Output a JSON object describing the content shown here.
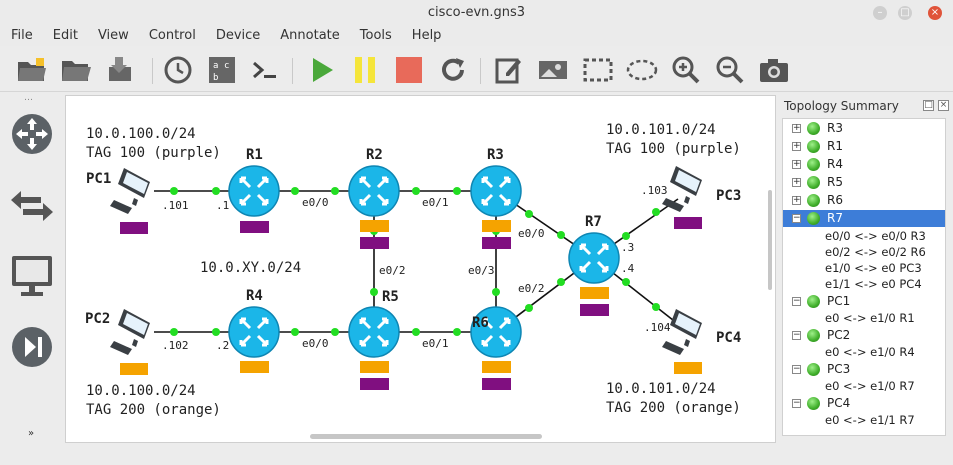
{
  "window": {
    "title": "cisco-evn.gns3"
  },
  "menu": [
    "File",
    "Edit",
    "View",
    "Control",
    "Device",
    "Annotate",
    "Tools",
    "Help"
  ],
  "toolbar": {
    "buttons": [
      "open-project-icon",
      "open-folder-icon",
      "import-icon",
      "history-icon",
      "snapshot-text-icon",
      "console-icon",
      "start-icon",
      "pause-icon",
      "stop-icon",
      "reload-icon",
      "edit-note-icon",
      "insert-image-icon",
      "draw-rectangle-icon",
      "draw-ellipse-icon",
      "zoom-in-icon",
      "zoom-out-icon",
      "screenshot-icon"
    ],
    "colors": {
      "start": "#4aa83a",
      "pause": "#f5e53a",
      "stop": "#e86a5a"
    }
  },
  "devices_dock": [
    "router-icon",
    "switch-icon",
    "end-device-icon",
    "security-device-icon"
  ],
  "canvas": {
    "notes": {
      "tl_subnet": "10.0.100.0/24",
      "tl_tag": "TAG 100 (purple)",
      "tr_subnet": "10.0.101.0/24",
      "tr_tag": "TAG 100 (purple)",
      "bl_subnet": "10.0.100.0/24",
      "bl_tag": "TAG 200 (orange)",
      "br_subnet": "10.0.101.0/24",
      "br_tag": "TAG 200 (orange)",
      "middle": "10.0.XY.0/24"
    },
    "nodes": {
      "R1": "R1",
      "R2": "R2",
      "R3": "R3",
      "R4": "R4",
      "R5": "R5",
      "R6": "R6",
      "R7": "R7",
      "PC1": "PC1",
      "PC2": "PC2",
      "PC3": "PC3",
      "PC4": "PC4"
    },
    "link_labels": {
      "pc1_ip": ".101",
      "r1_ip": ".1",
      "pc2_ip": ".102",
      "r4_ip": ".2",
      "pc3_ip": ".103",
      "pc4_ip": ".104",
      "r7_top": ".3",
      "r7_bot": ".4",
      "r1r2": "e0/0",
      "r2r3": "e0/1",
      "r4r5": "e0/0",
      "r5r6": "e0/1",
      "r2r5": "e0/2",
      "r3r6": "e0/3",
      "r3r7": "e0/0",
      "r6r7": "e0/2"
    },
    "colors": {
      "purple": "#800f80",
      "orange": "#f5a300",
      "link_dot": "#22dd22",
      "router": "#1bb6e8"
    }
  },
  "topology_summary": {
    "title": "Topology Summary",
    "items": [
      {
        "name": "R3",
        "expanded": false
      },
      {
        "name": "R1",
        "expanded": false
      },
      {
        "name": "R4",
        "expanded": false
      },
      {
        "name": "R5",
        "expanded": false
      },
      {
        "name": "R6",
        "expanded": false
      },
      {
        "name": "R7",
        "expanded": true,
        "selected": true,
        "links": [
          "e0/0 <-> e0/0 R3",
          "e0/2 <-> e0/2 R6",
          "e1/0 <-> e0 PC3",
          "e1/1 <-> e0 PC4"
        ]
      },
      {
        "name": "PC1",
        "expanded": true,
        "links": [
          "e0 <-> e1/0 R1"
        ]
      },
      {
        "name": "PC2",
        "expanded": true,
        "links": [
          "e0 <-> e1/0 R4"
        ]
      },
      {
        "name": "PC3",
        "expanded": true,
        "links": [
          "e0 <-> e1/0 R7"
        ]
      },
      {
        "name": "PC4",
        "expanded": true,
        "links": [
          "e0 <-> e1/1 R7"
        ]
      }
    ]
  }
}
